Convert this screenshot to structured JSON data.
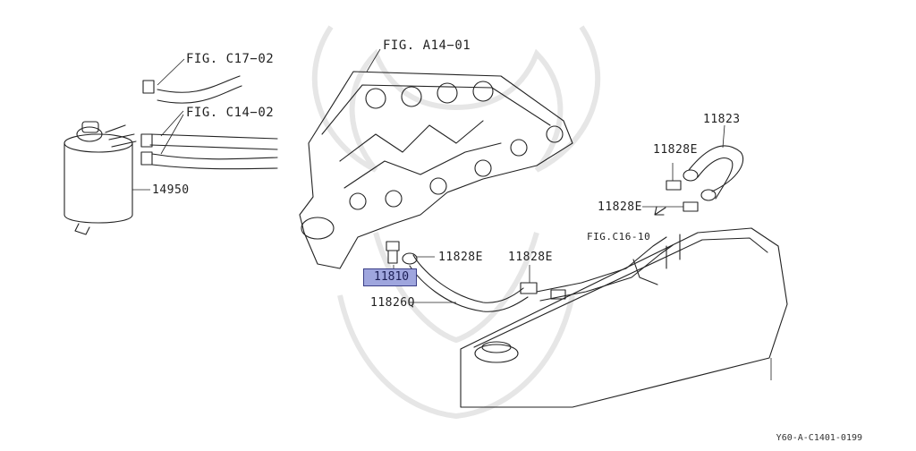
{
  "labels": {
    "fig_c17_02": "FIG. C17−02",
    "fig_c14_02": "FIG. C14−02",
    "fig_a14_01": "FIG. A14−01",
    "fig_c16_10": "FIG.C16-10",
    "part_14950": "14950",
    "part_11823": "11823",
    "part_11828e_top": "11828E",
    "part_11828e_mid": "11828E",
    "part_11828e_left": "11828E",
    "part_11828e_right": "11828E",
    "part_11810": "11810",
    "part_11826q": "11826Q"
  },
  "diagram_code": "Y60-A-C1401-0199",
  "colors": {
    "highlight_fill": "#9fa6de",
    "highlight_border": "#3b3f87",
    "line": "#222222"
  },
  "watermark_icon": "samurai-helmet-icon",
  "arrow_icon": "arrow-down-left-icon"
}
